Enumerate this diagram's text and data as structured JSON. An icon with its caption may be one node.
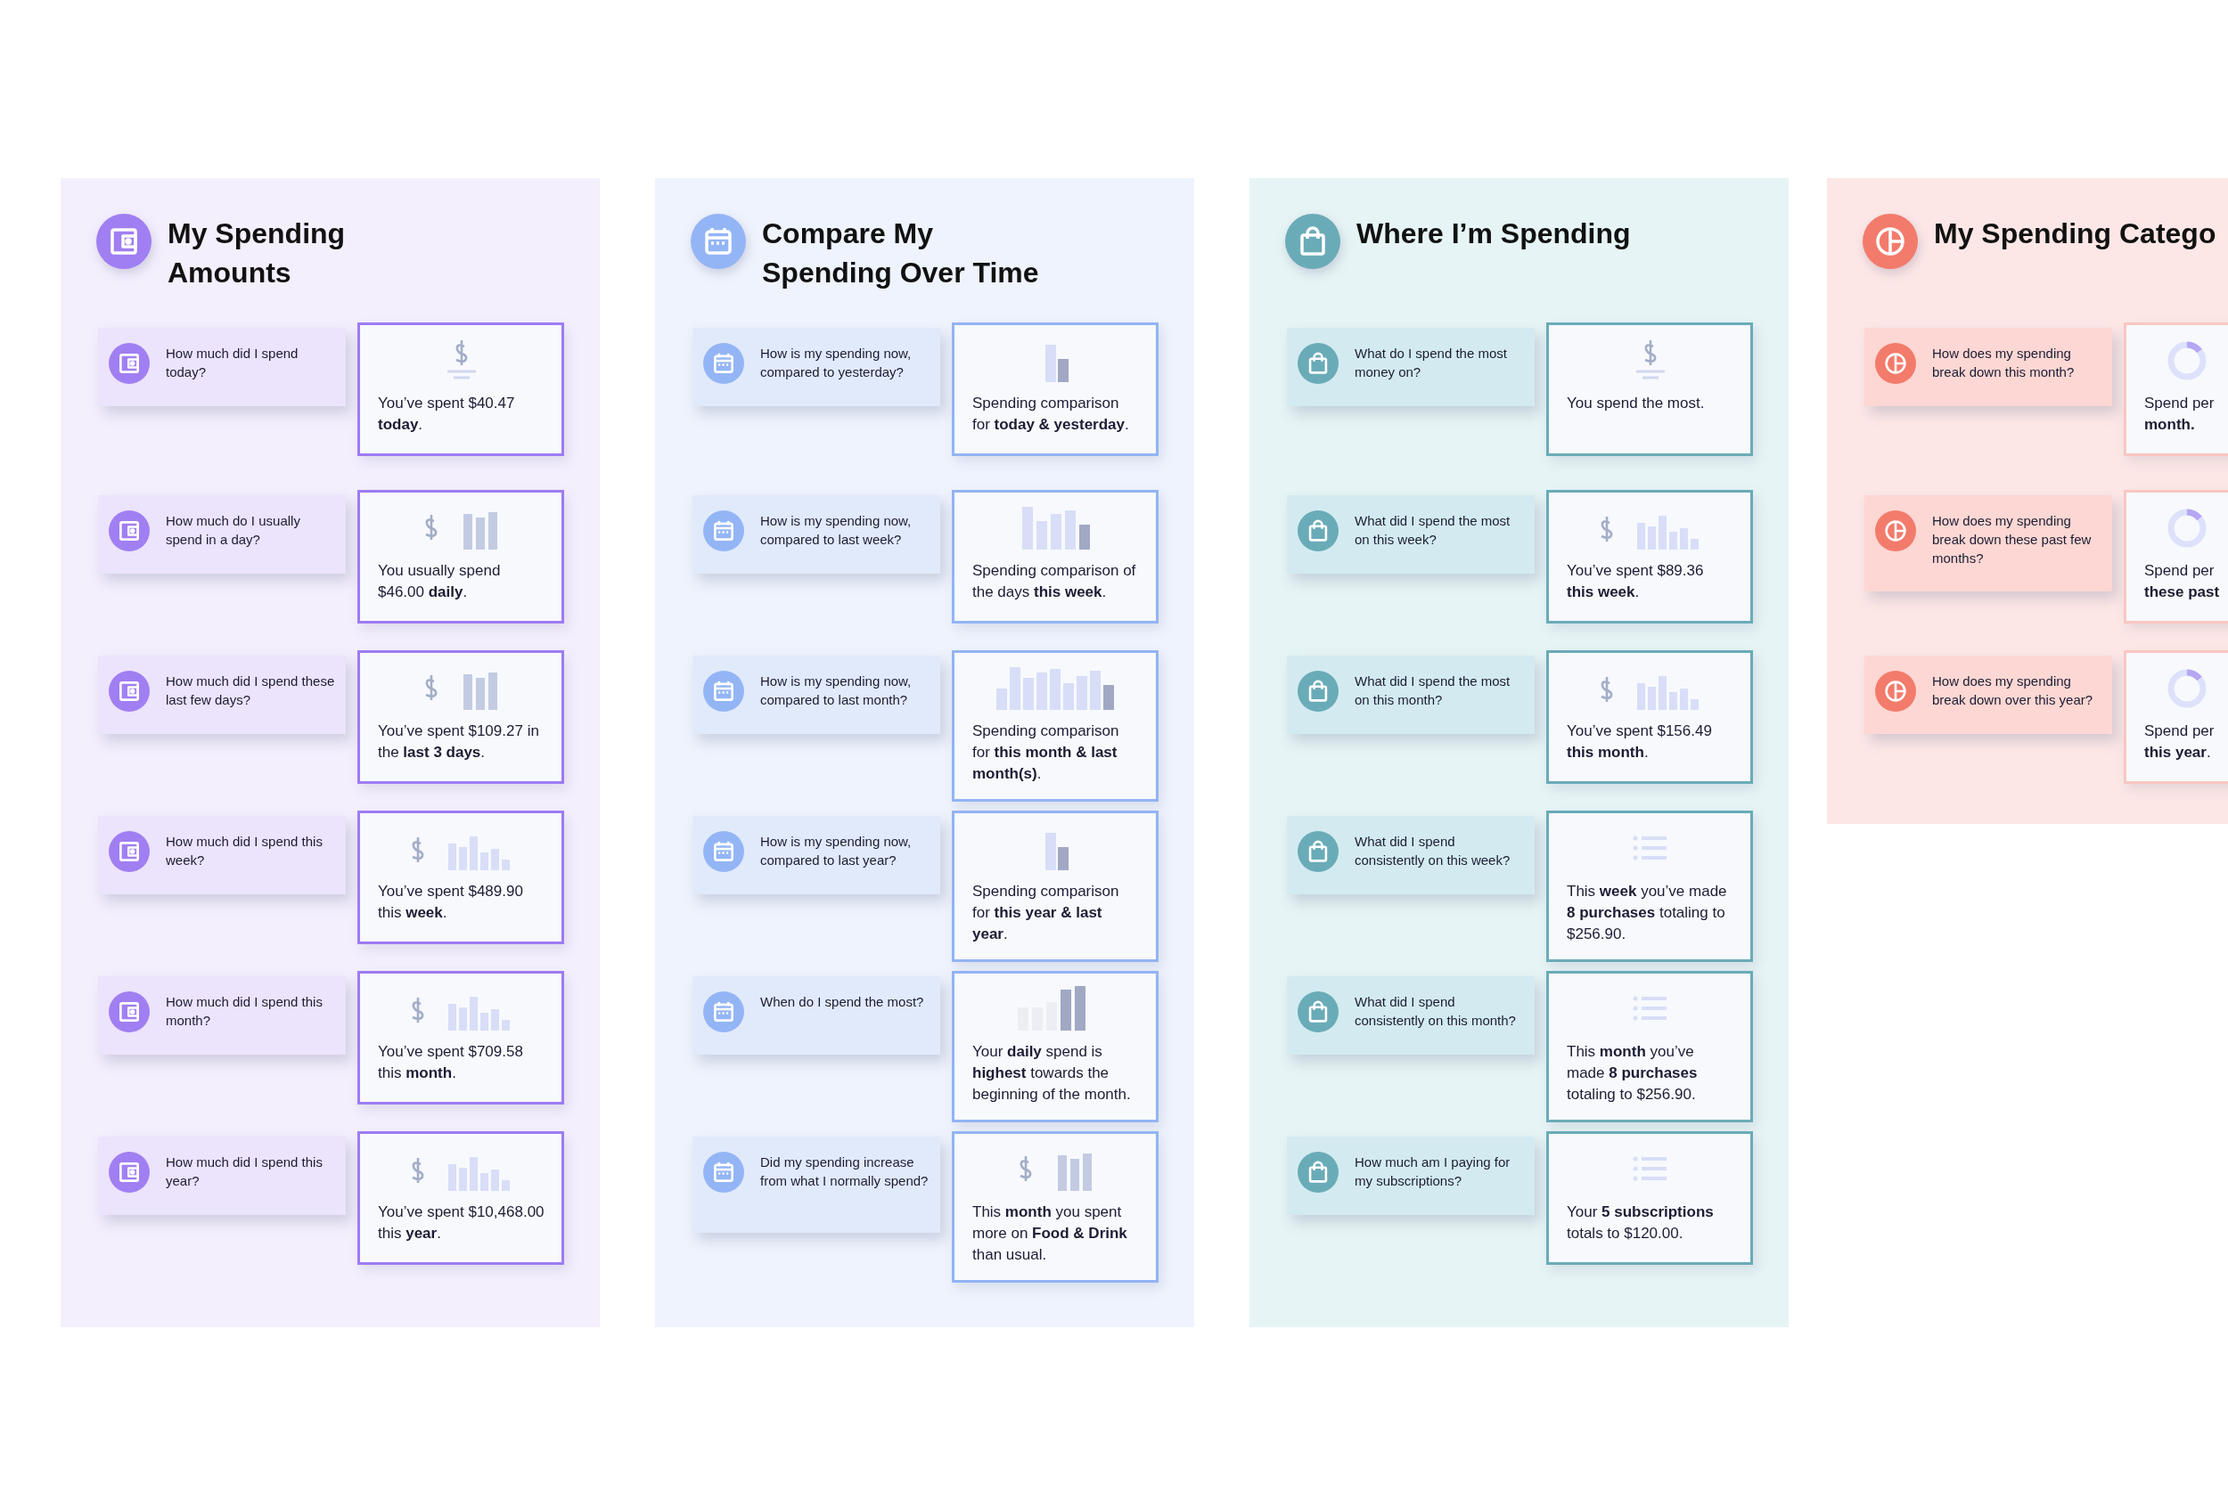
{
  "diagram": {
    "nodes": [
      {
        "text": [
          "My Spending Amounts"
        ]
      },
      {
        "text": [
          "How much did I spend today?"
        ],
        "in": 0
      },
      {
        "text": [
          "You’ve spent $40.47 **today**."
        ],
        "in": 0
      },
      {
        "text": [
          "How much do I usually spend in a day?"
        ],
        "in": 0
      },
      {
        "text": [
          "You usually spend $46.00 **daily**."
        ],
        "in": 0
      },
      {
        "text": [
          "How much did I spend these last few days?"
        ],
        "in": 0
      },
      {
        "text": [
          "You’ve spent $109.27 in the **last 3 days**."
        ],
        "in": 0
      },
      {
        "text": [
          "How much did I spend this week?"
        ],
        "in": 0
      },
      {
        "text": [
          "You’ve spent $489.90 this **week**."
        ],
        "in": 0
      },
      {
        "text": [
          "How much did I spend this month?"
        ],
        "in": 0
      },
      {
        "text": [
          "You’ve spent $709.58 this **month**."
        ],
        "in": 0
      },
      {
        "text": [
          "How much did I spend this year?"
        ],
        "in": 0
      },
      {
        "text": [
          "You’ve spent $10,468.00 this **year**."
        ],
        "in": 0
      },
      {
        "text": [
          "Compare My Spending Over Time"
        ]
      },
      {
        "text": [
          "How is my spending now, compared to yesterday?"
        ],
        "in": 13
      },
      {
        "text": [
          "Spending comparison for **today & yesterday**."
        ],
        "in": 13
      },
      {
        "text": [
          "How is my spending now, compared to last week?"
        ],
        "in": 13
      },
      {
        "text": [
          "Spending comparison of the days **this week**."
        ],
        "in": 13
      },
      {
        "text": [
          "How is my spending now, compared to last month?"
        ],
        "in": 13
      },
      {
        "text": [
          "Spending comparison for **this month & last month(s)**."
        ],
        "in": 13
      },
      {
        "text": [
          "How is my spending now, compared to last year?"
        ],
        "in": 13
      },
      {
        "text": [
          "Spending comparison for **this year & last year**."
        ],
        "in": 13
      },
      {
        "text": [
          "When do I spend the most?"
        ],
        "in": 13
      },
      {
        "text": [
          "Your **daily** spend is **highest** towards the beginning of the month."
        ],
        "in": 13
      },
      {
        "text": [
          "Did my spending increase from what I normally spend?"
        ],
        "in": 13
      },
      {
        "text": [
          "This **month** you spent more on **Food & Drink** than usual."
        ],
        "in": 13
      },
      {
        "text": [
          "Where I’m Spending"
        ]
      },
      {
        "text": [
          "What do I spend the most money on?"
        ],
        "in": 26
      },
      {
        "text": [
          "You spend the most."
        ],
        "in": 26
      },
      {
        "text": [
          "What did I spend the most on this week?"
        ],
        "in": 26
      },
      {
        "text": [
          "You’ve spent $89.36 **this week**."
        ],
        "in": 26
      },
      {
        "text": [
          "What did I spend the most on this month?"
        ],
        "in": 26
      },
      {
        "text": [
          "You’ve spent $156.49 **this month**."
        ],
        "in": 26
      },
      {
        "text": [
          "What did I spend consistently on this week?"
        ],
        "in": 26
      },
      {
        "text": [
          "This **week** you’ve made **8 purchases** totaling to $256.90."
        ],
        "in": 26
      },
      {
        "text": [
          "What did I spend consistently on this month?"
        ],
        "in": 26
      },
      {
        "text": [
          "This **month** you’ve made **8 purchases** totaling to $256.90."
        ],
        "in": 26
      },
      {
        "text": [
          "How much am I paying for my subscriptions?"
        ],
        "in": 26
      },
      {
        "text": [
          "Your **5 subscriptions** totals to $120.00."
        ],
        "in": 26
      },
      {
        "text": [
          "My Spending Catego"
        ]
      },
      {
        "text": [
          "How does my spending break down this month?"
        ],
        "in": 39
      },
      {
        "text": [
          "Spend per **month.**"
        ],
        "in": 39
      },
      {
        "text": [
          "How does my spending break down these past few months?"
        ],
        "in": 39
      },
      {
        "text": [
          "Spend per **these past**"
        ],
        "in": 39
      },
      {
        "text": [
          "How does my spending break down over this year?"
        ],
        "in": 39
      },
      {
        "text": [
          "Spend per **this year**."
        ],
        "in": 39
      }
    ]
  }
}
